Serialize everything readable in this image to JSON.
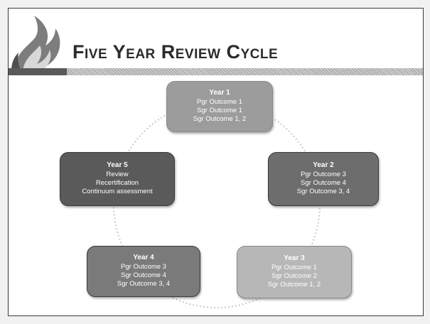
{
  "slide": {
    "title": "Five Year Review Cycle"
  },
  "colors": {
    "year1": "#9c9c9c",
    "year2": "#6d6d6d",
    "year3": "#b7b7b7",
    "year4": "#7a7a7a",
    "year5": "#5a5a5a",
    "cycle_dots": "#bbbbbb"
  },
  "diagram": {
    "boxes": [
      {
        "id": "year1",
        "title": "Year 1",
        "lines": [
          "Pgr Outcome 1",
          "Sgr Outcome 1",
          "Sgr Outcome 1, 2"
        ]
      },
      {
        "id": "year2",
        "title": "Year 2",
        "lines": [
          "Pgr Outcome 3",
          "Sgr Outcome 4",
          "Sgr Outcome 3, 4"
        ]
      },
      {
        "id": "year3",
        "title": "Year 3",
        "lines": [
          "Pgr Outcome 1",
          "Sgr Outcome 2",
          "Sgr Outcome 1, 2"
        ]
      },
      {
        "id": "year4",
        "title": "Year 4",
        "lines": [
          "Pgr Outcome 3",
          "Sgr Outcome 4",
          "Sgr Outcome 3, 4"
        ]
      },
      {
        "id": "year5",
        "title": "Year 5",
        "lines": [
          "Review",
          "Recertification",
          "Continuum assessment"
        ]
      }
    ]
  }
}
